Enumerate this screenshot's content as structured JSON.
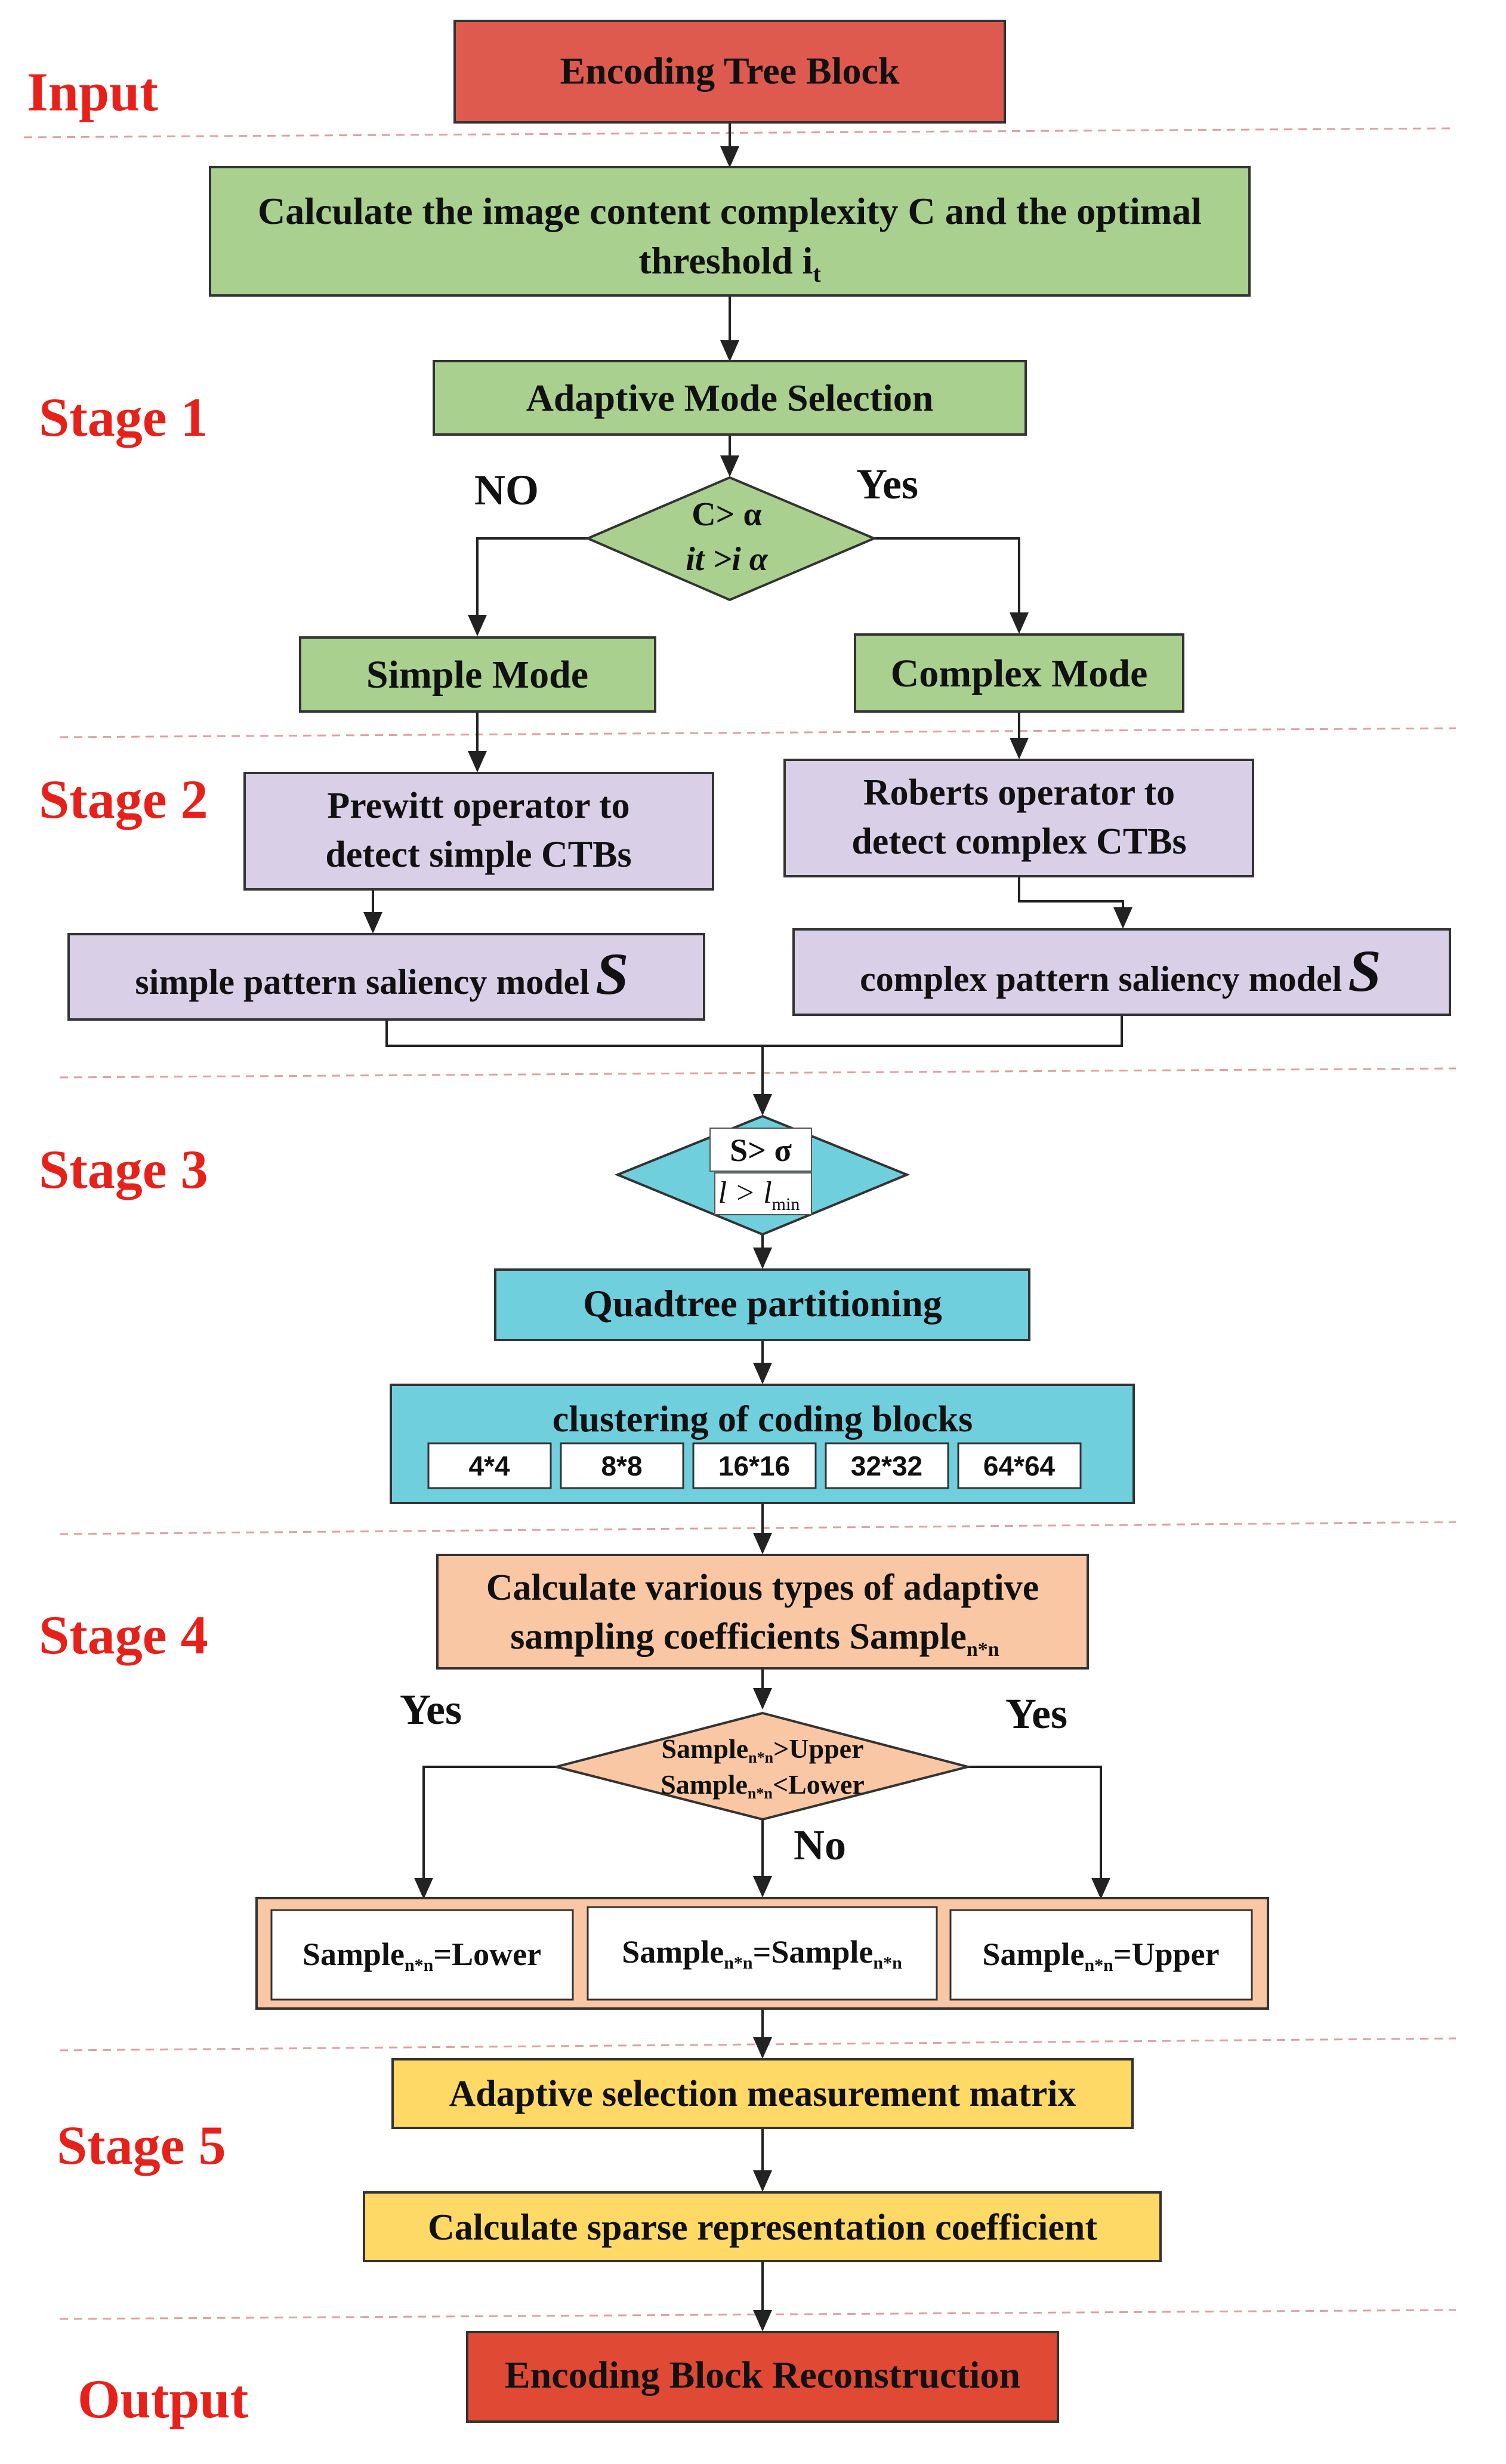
{
  "stages": {
    "input": "Input",
    "stage1": "Stage 1",
    "stage2": "Stage 2",
    "stage3": "Stage 3",
    "stage4": "Stage 4",
    "stage5": "Stage 5",
    "output": "Output"
  },
  "nodes": {
    "encoding_tree_block": "Encoding Tree Block",
    "calc_complexity_line1": "Calculate the image content complexity C and the optimal",
    "calc_complexity_line2": "threshold i",
    "calc_complexity_sub": "t",
    "adaptive_mode_selection": "Adaptive Mode Selection",
    "decision1_line1": "C> α",
    "decision1_line2": "it >i α",
    "simple_mode": "Simple Mode",
    "complex_mode": "Complex Mode",
    "prewitt_line1": "Prewitt operator to",
    "prewitt_line2": "detect simple CTBs",
    "roberts_line1": "Roberts operator to",
    "roberts_line2": "detect complex CTBs",
    "simple_saliency": "simple pattern saliency model",
    "complex_saliency": "complex pattern saliency model",
    "saliency_symbol": "S",
    "decision2_line1": "S> σ",
    "decision2_line2": "l > l",
    "decision2_sub": "min",
    "quadtree": "Quadtree partitioning",
    "clustering": "clustering of coding blocks",
    "block_sizes": [
      "4*4",
      "8*8",
      "16*16",
      "32*32",
      "64*64"
    ],
    "calc_sampling_line1": "Calculate various types of adaptive",
    "calc_sampling_line2": "sampling coefficients Sample",
    "nn_sub": "n*n",
    "decision3_line1": "Sample",
    "decision3_line1_tail": ">Upper",
    "decision3_line2": "Sample",
    "decision3_line2_tail": "<Lower",
    "result_lower_head": "Sample",
    "result_lower_tail": "=Lower",
    "result_same_head": "Sample",
    "result_same_mid": "=Sample",
    "result_upper_head": "Sample",
    "result_upper_tail": "=Upper",
    "measurement_matrix": "Adaptive selection measurement matrix",
    "sparse_coefficient": "Calculate sparse representation coefficient",
    "reconstruction": "Encoding Block Reconstruction"
  },
  "branch_labels": {
    "no1": "NO",
    "yes1": "Yes",
    "yes_left": "Yes",
    "yes_right": "Yes",
    "no2": "No"
  },
  "colors": {
    "red": "#de5a4f",
    "green": "#a9d08e",
    "purple": "#d9cfe6",
    "cyan": "#6fcfdc",
    "peach": "#f9c7a4",
    "yellow": "#ffd966",
    "stage_text": "#e8201a"
  }
}
